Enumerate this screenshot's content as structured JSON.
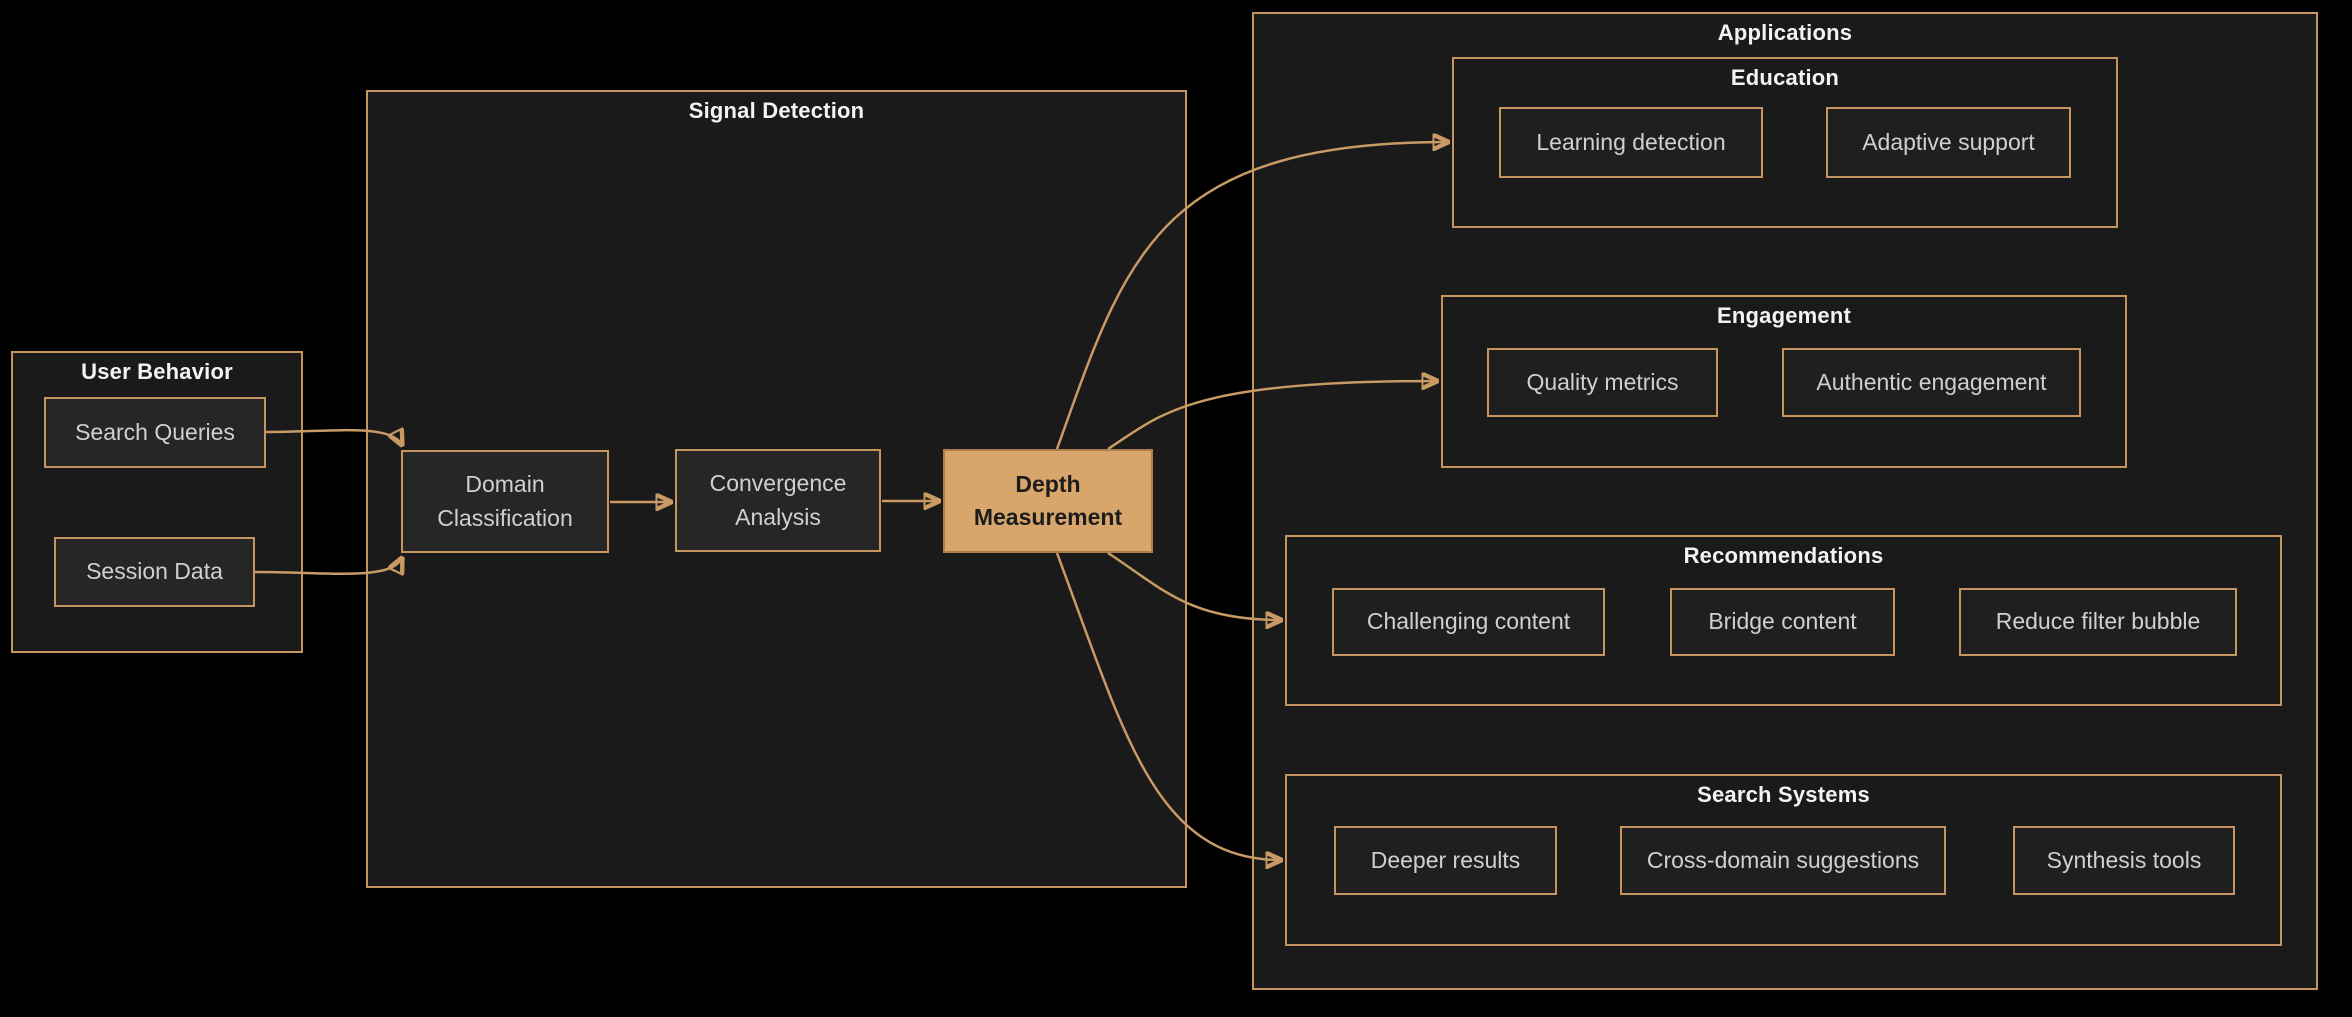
{
  "diagram": {
    "user_behavior": {
      "title": "User Behavior",
      "nodes": {
        "search_queries": "Search Queries",
        "session_data": "Session Data"
      }
    },
    "signal_detection": {
      "title": "Signal Detection",
      "nodes": {
        "domain_classification": "Domain Classification",
        "convergence_analysis": "Convergence Analysis",
        "depth_measurement": "Depth Measurement"
      }
    },
    "applications": {
      "title": "Applications",
      "education": {
        "title": "Education",
        "nodes": {
          "learning_detection": "Learning detection",
          "adaptive_support": "Adaptive support"
        }
      },
      "engagement": {
        "title": "Engagement",
        "nodes": {
          "quality_metrics": "Quality metrics",
          "authentic_engagement": "Authentic engagement"
        }
      },
      "recommendations": {
        "title": "Recommendations",
        "nodes": {
          "challenging_content": "Challenging content",
          "bridge_content": "Bridge content",
          "reduce_filter_bubble": "Reduce filter bubble"
        }
      },
      "search_systems": {
        "title": "Search Systems",
        "nodes": {
          "deeper_results": "Deeper results",
          "cross_domain_suggestions": "Cross-domain suggestions",
          "synthesis_tools": "Synthesis tools"
        }
      }
    },
    "colors": {
      "background": "#000000",
      "container_fill": "#1a1a1a",
      "node_fill": "#262626",
      "border": "#c6945e",
      "edge": "#c99a64",
      "highlight_fill": "#d8a66c",
      "title_text": "#f3f3f0",
      "node_text": "#d0d0d0"
    }
  }
}
